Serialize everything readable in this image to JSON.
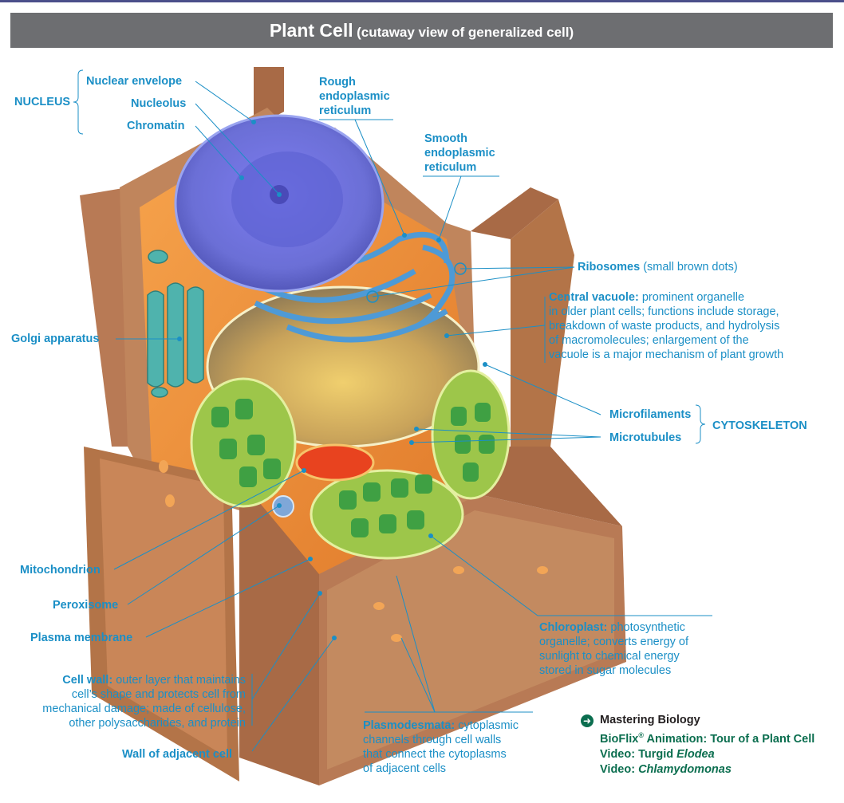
{
  "title": "Plant Cell",
  "subtitle": "(cutaway view of generalized cell)",
  "labels": {
    "nucleus": "NUCLEUS",
    "nuclear_envelope": "Nuclear envelope",
    "nucleolus": "Nucleolus",
    "chromatin": "Chromatin",
    "rough_er_1": "Rough",
    "rough_er_2": "endoplasmic",
    "rough_er_3": "reticulum",
    "smooth_er_1": "Smooth",
    "smooth_er_2": "endoplasmic",
    "smooth_er_3": "reticulum",
    "ribosomes": "Ribosomes",
    "ribosomes_desc": "(small brown dots)",
    "central_vacuole": "Central vacuole:",
    "central_vacuole_desc_1": "prominent organelle",
    "central_vacuole_desc_2": "in older plant cells; functions include storage,",
    "central_vacuole_desc_3": "breakdown of waste products, and hydrolysis",
    "central_vacuole_desc_4": "of macromolecules; enlargement of the",
    "central_vacuole_desc_5": "vacuole is a major mechanism of plant growth",
    "golgi": "Golgi apparatus",
    "microfilaments": "Microfilaments",
    "microtubules": "Microtubules",
    "cytoskeleton": "CYTOSKELETON",
    "mitochondrion": "Mitochondrion",
    "peroxisome": "Peroxisome",
    "plasma_membrane": "Plasma membrane",
    "cell_wall": "Cell wall:",
    "cell_wall_desc_1": "outer layer that maintains",
    "cell_wall_desc_2": "cell’s shape and protects cell from",
    "cell_wall_desc_3": "mechanical damage; made of cellulose,",
    "cell_wall_desc_4": "other polysaccharides, and protein",
    "wall_adjacent": "Wall of adjacent cell",
    "chloroplast": "Chloroplast:",
    "chloroplast_desc_1": "photosynthetic",
    "chloroplast_desc_2": "organelle; converts energy of",
    "chloroplast_desc_3": "sunlight to chemical energy",
    "chloroplast_desc_4": "stored in sugar molecules",
    "plasmodesmata": "Plasmodesmata:",
    "plasmodesmata_desc_1": "cytoplasmic",
    "plasmodesmata_desc_2": "channels through cell walls",
    "plasmodesmata_desc_3": "that connect the cytoplasms",
    "plasmodesmata_desc_4": "of adjacent cells"
  },
  "mastering": {
    "heading": "Mastering Biology",
    "item1_a": "BioFlix",
    "item1_sup": "®",
    "item1_b": " Animation: Tour of a Plant Cell",
    "item2_a": "Video: Turgid ",
    "item2_b": "Elodea",
    "item3_a": "Video: ",
    "item3_b": "Chlamydomonas"
  },
  "colors": {
    "label_blue": "#1b8fc6",
    "title_bar": "#6d6e71",
    "cell_wall": "#b87a55",
    "nucleus": "#6b6fd6",
    "vacuole": "#d8b46a",
    "chloroplast": "#9dc64a",
    "golgi": "#4fb3ad"
  }
}
